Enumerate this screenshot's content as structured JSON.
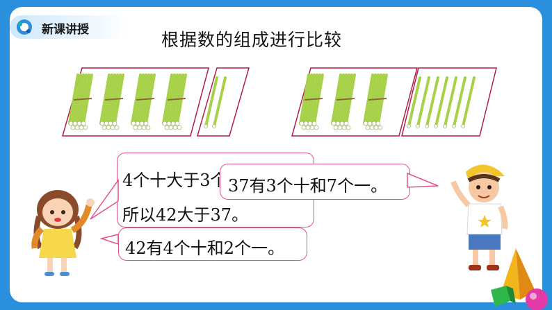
{
  "header": {
    "label": "新课讲授",
    "icon": "logo-icon"
  },
  "title": "根据数的组成进行比较",
  "bubbles": {
    "compare": "4个十大于3个十，",
    "b37": "37有3个十和7个一。",
    "conclusion": "所以42大于37。",
    "b42": "42有4个十和2个一。"
  },
  "groups": {
    "left": {
      "bundles": 4,
      "singles": 2
    },
    "right": {
      "bundles": 3,
      "singles": 7
    }
  },
  "colors": {
    "frame": "#b01d4a",
    "bubble_border": "#e0508a",
    "background": "#2a8fdc",
    "stick": "#a8d14a"
  }
}
